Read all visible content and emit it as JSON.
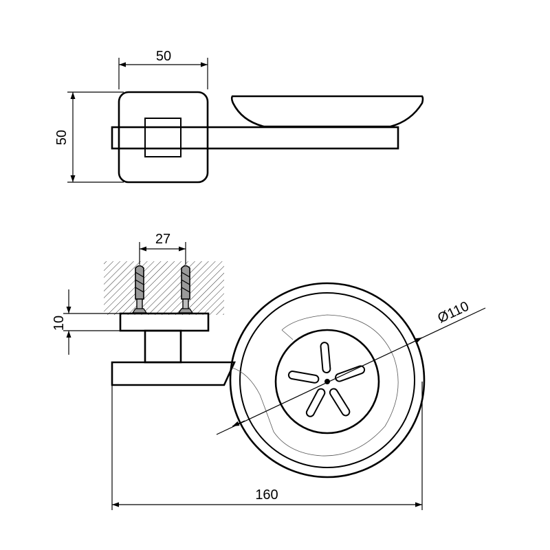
{
  "top_view": {
    "width_label": "50",
    "height_label": "50"
  },
  "front_view": {
    "anchor_spacing_label": "27",
    "plate_thickness_label": "10",
    "dish_diameter_label": "Ø110",
    "overall_length_label": "160"
  }
}
